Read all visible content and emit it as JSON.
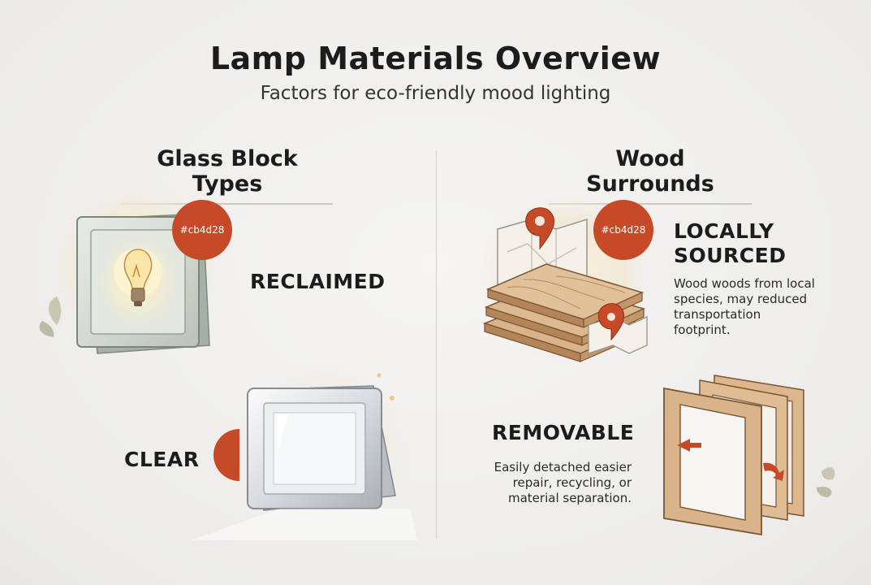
{
  "header": {
    "title": "Lamp Materials Overview",
    "subtitle": "Factors for eco-friendly mood lighting"
  },
  "glass": {
    "section_title": "Glass Block Types",
    "reclaimed": {
      "label": "RECLAIMED",
      "badge": "#cb4d28"
    },
    "clear": {
      "label": "CLEAR"
    }
  },
  "wood": {
    "section_title": "Wood Surrounds",
    "local": {
      "label_line1": "LOCALLY",
      "label_line2": "SOURCED",
      "badge": "#cb4d28",
      "desc_lines": [
        "Wood woods from local",
        "species, may reduced",
        "transportation",
        "footprint."
      ]
    },
    "removable": {
      "label": "REMOVABLE",
      "desc_lines": [
        "Easily detached easier",
        "repair, recycling, or",
        "material separation."
      ]
    }
  },
  "colors": {
    "accent": "#c64a27",
    "wood": "#d9b48a",
    "wood_dark": "#8a5a35"
  }
}
